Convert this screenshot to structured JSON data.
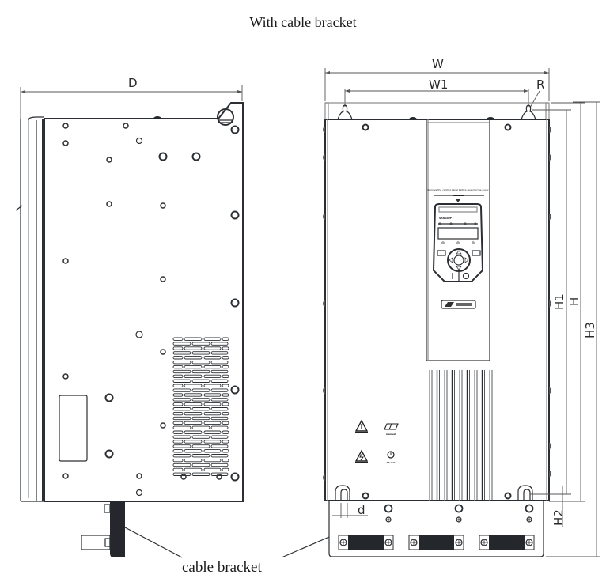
{
  "title": "With cable bracket",
  "caption": "cable bracket",
  "dimensions": {
    "depth": "D",
    "width": "W",
    "mount_width": "W1",
    "radius": "R",
    "mount_height": "H1",
    "height": "H",
    "total_height": "H3",
    "bottom_offset": "H2",
    "hole_diameter": "d"
  },
  "keypad": {
    "warning_text": "Remove the control panel before opening the cover"
  },
  "labels": {
    "manual": "manual",
    "discharge_time": "10 min"
  },
  "views": [
    "side-view",
    "front-view"
  ],
  "colors": {
    "line": "#2b2f33",
    "grey_line": "#8a8d90",
    "fill_dark": "#24282c"
  }
}
